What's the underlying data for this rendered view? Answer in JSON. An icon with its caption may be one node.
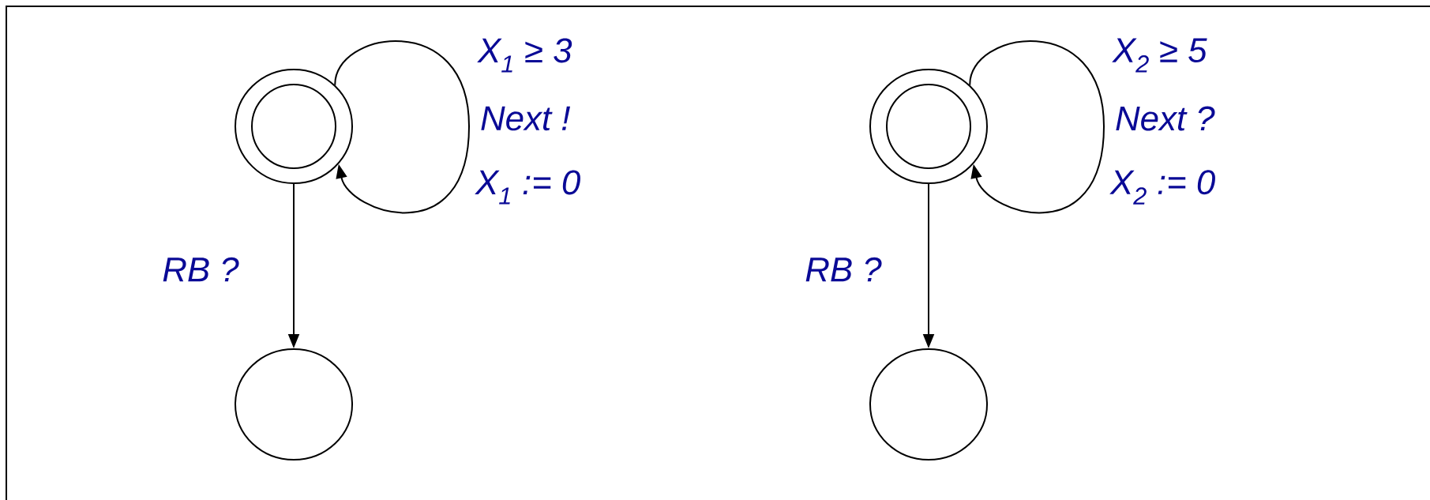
{
  "diagram": {
    "nodes": [
      {
        "text": [],
        "shape": "circle"
      },
      {
        "text": [],
        "shape": "circle"
      },
      {
        "text": [],
        "shape": "circle"
      },
      {
        "text": [],
        "shape": "circle"
      }
    ],
    "edges": [
      {
        "from": 0,
        "to": 0,
        "arrow": "to",
        "label": "Next !"
      },
      {
        "from": 0,
        "to": 1,
        "arrow": "to",
        "label": "RB ?"
      },
      {
        "from": 2,
        "to": 2,
        "arrow": "to",
        "label": "Next ?"
      },
      {
        "from": 2,
        "to": 3,
        "arrow": "to",
        "label": "RB ?"
      }
    ],
    "labels": [
      "X$_{1}$ ≥ 3",
      "X$_{1}$ := 0",
      "X$_{2}$ ≥ 5",
      "X$_{2}$ := 0"
    ]
  }
}
